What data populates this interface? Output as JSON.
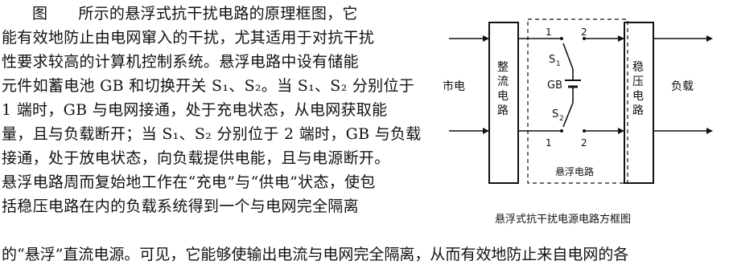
{
  "paragraph": {
    "line1_figure_word": "图",
    "line1_rest": "所示的悬浮式抗干扰电路的原理框图，它",
    "line2": "能有效地防止由电网窜入的干扰，尤其适用于对抗干扰",
    "line3": "性要求较高的计算机控制系统。悬浮电路中设有储能",
    "line4": "元件如蓄电池 GB 和切换开关 S₁、S₂。当 S₁、S₂ 分别位于",
    "line5": "1 端时，GB 与电网接通，处于充电状态，从电网获取能",
    "line6": "量，且与负载断开；当 S₁、S₂ 分别位于 2 端时，GB 与负载",
    "line7": "接通，处于放电状态，向负载提供电能，且与电源断开。",
    "line8": "悬浮电路周而复始地工作在“充电”与“供电”状态，使包",
    "line9": "括稳压电路在内的负载系统得到一个与电网完全隔离",
    "line10": "的“悬浮”直流电源。可见，它能够使输出电流与电网完全隔离，从而有效地防止来自电网的各"
  },
  "diagram": {
    "mains_label": "市电",
    "load_label": "负载",
    "rectifier_label": [
      "整",
      "流",
      "电",
      "路"
    ],
    "regulator_label": [
      "稳",
      "压",
      "电",
      "路"
    ],
    "floating_label": "悬浮电路",
    "switch1_label": "S",
    "switch1_sub": "1",
    "switch2_label": "S",
    "switch2_sub": "2",
    "battery_label": "GB",
    "terminal_1_top": "1",
    "terminal_2_top": "2",
    "terminal_1_bottom": "1",
    "terminal_2_bottom": "2",
    "caption": "悬浮式抗干扰电源电路方框图"
  }
}
